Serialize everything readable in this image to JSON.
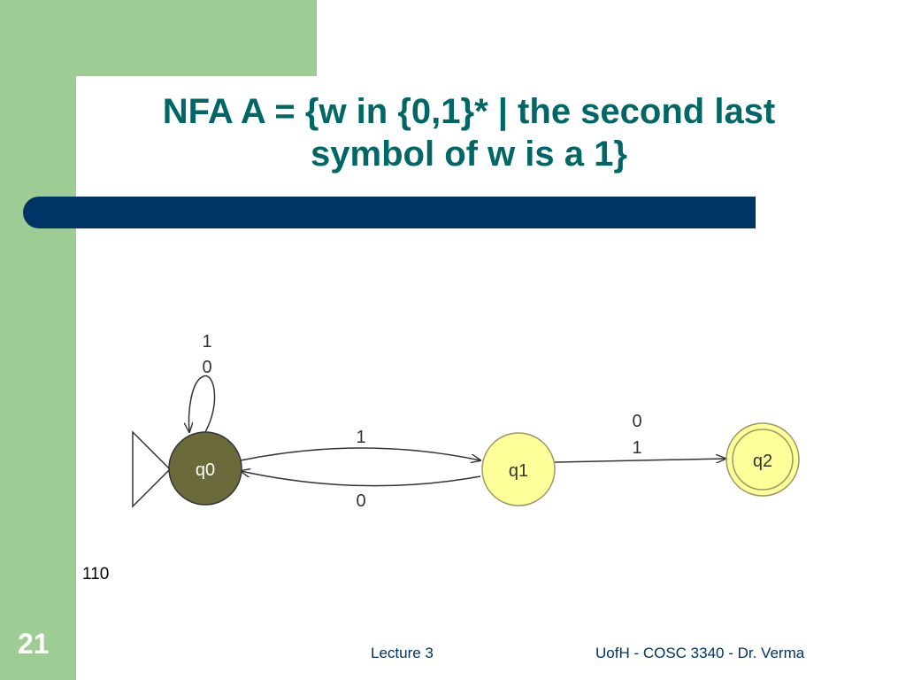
{
  "title": {
    "line1": "NFA A = {w in {0,1}* | the second last",
    "line2": "symbol of w is a 1}"
  },
  "diagram": {
    "states": [
      {
        "id": "q0",
        "label": "q0",
        "start": true,
        "accepting": false,
        "fill": "#6b6a3a"
      },
      {
        "id": "q1",
        "label": "q1",
        "start": false,
        "accepting": false,
        "fill": "#ffff99"
      },
      {
        "id": "q2",
        "label": "q2",
        "start": false,
        "accepting": true,
        "fill": "#ffff99"
      }
    ],
    "transitions": {
      "q0_self": [
        "1",
        "0"
      ],
      "q0_q1": "1",
      "q1_q0": "0",
      "q1_q2": [
        "0",
        "1"
      ]
    }
  },
  "note": "110",
  "slide_number": "21",
  "footer": {
    "left": "Lecture 3",
    "right": "UofH - COSC 3340 - Dr. Verma"
  },
  "colors": {
    "title": "#006666",
    "band": "#003366",
    "side_green": "#9dcc94"
  }
}
